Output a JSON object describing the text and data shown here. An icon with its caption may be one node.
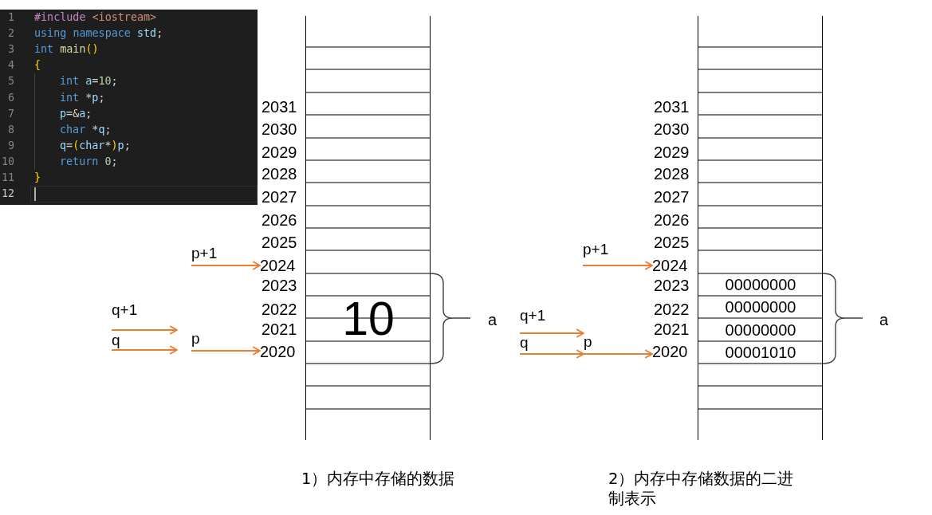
{
  "diagram": {
    "nodes": [
      {
        "text": [
          "1",
          "#include <iostream>",
          "2",
          "using namespace std;",
          "3",
          "int main()",
          "4",
          "{",
          "5",
          "int a=10;",
          "6",
          "int *p;",
          "7",
          "p=&a;",
          "8",
          "char *q;",
          "9",
          "q=(char*)p;",
          "10",
          "return 0;",
          "11",
          "}",
          "12"
        ]
      },
      {
        "text": [
          "10"
        ],
        "beside": [
          "2031",
          "2030",
          "2029",
          "2028",
          "2027",
          "2026",
          "2025",
          "2023",
          "2022",
          "2021",
          "1）内存中存储的数据"
        ]
      },
      {
        "text": [
          "p+1"
        ]
      },
      {
        "text": [
          "2024"
        ]
      },
      {
        "text": [
          "q+1"
        ]
      },
      {
        "text": [
          "q"
        ]
      },
      {
        "text": [
          "p"
        ]
      },
      {
        "text": [
          "2020"
        ]
      },
      {
        "text": [
          "00000000",
          "00000000",
          "00000000",
          "00001010"
        ],
        "beside": [
          "2031",
          "2030",
          "2029",
          "2028",
          "2027",
          "2026",
          "2025",
          "2023",
          "2022",
          "2021",
          "2）内存中存储数据的二进制表示"
        ]
      },
      {
        "text": [
          "p+1"
        ]
      },
      {
        "text": [
          "2024"
        ]
      },
      {
        "text": [
          "q+1"
        ]
      },
      {
        "text": [
          "q"
        ]
      },
      {
        "text": [
          "p"
        ]
      },
      {
        "text": [
          "2020"
        ]
      }
    ],
    "edges": [
      {
        "from": 2,
        "to": 3,
        "arrow": "to"
      },
      {
        "from": 4,
        "to": 6,
        "arrow": "to"
      },
      {
        "from": 5,
        "to": 6,
        "arrow": "to"
      },
      {
        "from": 6,
        "to": 7,
        "arrow": "to"
      },
      {
        "from": 9,
        "to": 10,
        "arrow": "to"
      },
      {
        "from": 11,
        "to": 13,
        "arrow": "to"
      },
      {
        "from": 12,
        "to": 13,
        "arrow": "to"
      },
      {
        "from": 13,
        "to": 14,
        "arrow": "to"
      }
    ],
    "labels": [
      "a",
      "a"
    ]
  }
}
